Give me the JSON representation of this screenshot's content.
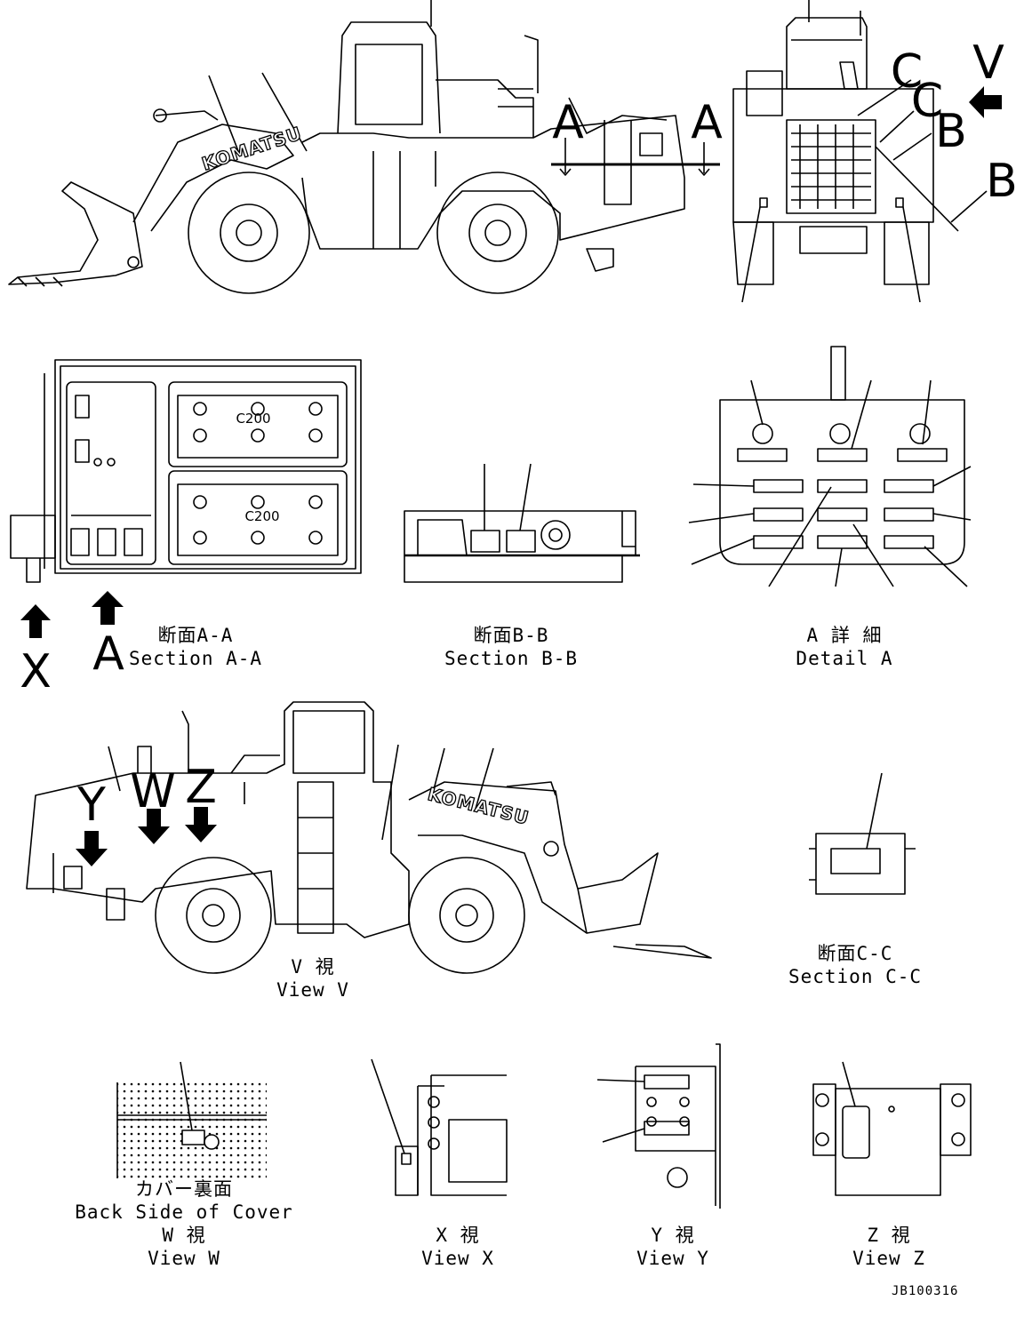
{
  "drawing_code": "JB100316",
  "brand": "KOMATSU",
  "battery_label": "C200",
  "markers": {
    "A": "A",
    "B": "B",
    "C": "C",
    "V": "V",
    "X": "X",
    "Y": "Y",
    "W": "W",
    "Z": "Z"
  },
  "captions": {
    "section_aa_jp": "断面A-A",
    "section_aa_en": "Section A-A",
    "section_bb_jp": "断面B-B",
    "section_bb_en": "Section B-B",
    "detail_a_jp": "A 詳 細",
    "detail_a_en": "Detail A",
    "view_v_jp": "V 視",
    "view_v_en": "View V",
    "section_cc_jp": "断面C-C",
    "section_cc_en": "Section C-C",
    "back_cover_jp": "カバー裏面",
    "back_cover_en": "Back Side of Cover",
    "view_w_jp": "W 視",
    "view_w_en": "View W",
    "view_x_jp": "X 視",
    "view_x_en": "View X",
    "view_y_jp": "Y 視",
    "view_y_en": "View Y",
    "view_z_jp": "Z 視",
    "view_z_en": "View Z"
  },
  "colors": {
    "line": "#000000",
    "background": "#ffffff"
  }
}
